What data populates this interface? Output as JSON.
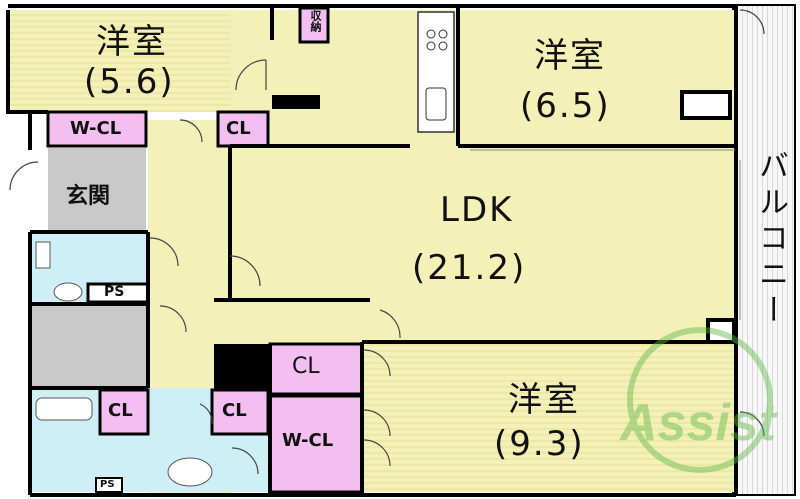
{
  "rooms": {
    "western_nw": {
      "name": "洋室",
      "area": "(5.6)"
    },
    "western_ne": {
      "name": "洋室",
      "area": "(6.5)"
    },
    "ldk": {
      "name": "LDK",
      "area": "(21.2)"
    },
    "western_se": {
      "name": "洋室",
      "area": "(9.3)"
    }
  },
  "labels": {
    "wcl_top": "W-CL",
    "cl_top": "CL",
    "entrance": "玄関",
    "storage": "収納",
    "ps_mid": "PS",
    "ps_bottom": "PS",
    "cl_bath": "CL",
    "cl_hall": "CL",
    "cl_big": "CL",
    "wcl_bottom": "W-CL",
    "balcony": "バルコニー"
  },
  "watermark": "Assist",
  "colors": {
    "room_fill": "#f4f1b8",
    "closet_fill": "#f3bff0",
    "wet_fill": "#cfeff6",
    "entrance_fill": "#c9c9c9",
    "wall": "#000000",
    "balcony_fill": "#f2f2f2",
    "watermark_green": "#5fb84a"
  }
}
